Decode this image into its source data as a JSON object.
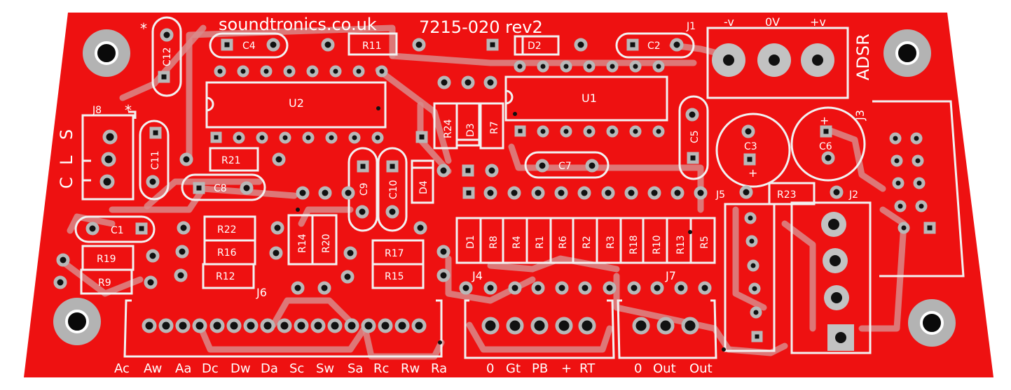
{
  "board": {
    "color": "#ee1111",
    "silk_color": "#ffffff",
    "pad_ring_color": "#b8b8b8",
    "header": {
      "site": "soundtronics.co.uk",
      "part": "7215-020  rev2"
    },
    "corner_label": "ADSR",
    "power_labels": [
      "-v",
      "0V",
      "+v"
    ],
    "j8_letters": [
      "C",
      "L",
      "S"
    ],
    "stars": [
      "*",
      "*"
    ],
    "polarity": [
      "+",
      "+"
    ]
  },
  "refs": {
    "J1": "J1",
    "J2": "J2",
    "J3": "J3",
    "J4": "J4",
    "J5": "J5",
    "J6": "J6",
    "J7": "J7",
    "J8": "J8",
    "U1": "U1",
    "U2": "U2",
    "C1": "C1",
    "C2": "C2",
    "C3": "C3",
    "C4": "C4",
    "C5": "C5",
    "C6": "C6",
    "C7": "C7",
    "C8": "C8",
    "C9": "C9",
    "C10": "C10",
    "C11": "C11",
    "C12": "C12",
    "D1": "D1",
    "D2": "D2",
    "D3": "D3",
    "D4": "D4",
    "R1": "R1",
    "R2": "R2",
    "R3": "R3",
    "R4": "R4",
    "R5": "R5",
    "R6": "R6",
    "R7": "R7",
    "R8": "R8",
    "R9": "R9",
    "R10": "R10",
    "R11": "R11",
    "R12": "R12",
    "R13": "R13",
    "R14": "R14",
    "R15": "R15",
    "R16": "R16",
    "R17": "R17",
    "R18": "R18",
    "R19": "R19",
    "R20": "R20",
    "R21": "R21",
    "R22": "R22",
    "R23": "R23",
    "R24": "R24"
  },
  "j6_labels": [
    "Ac",
    "Aw",
    "Aa",
    "Dc",
    "Dw",
    "Da",
    "Sc",
    "Sw",
    "Sa",
    "Rc",
    "Rw",
    "Ra"
  ],
  "j4_labels": [
    "0",
    "Gt",
    "PB",
    "+",
    "RT"
  ],
  "j7_labels": [
    "0",
    "Out",
    "Out"
  ]
}
